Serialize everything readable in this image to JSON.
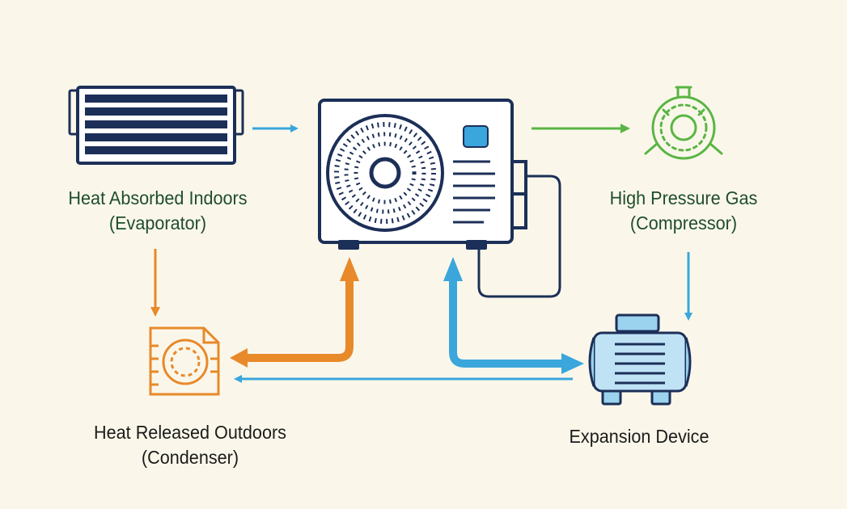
{
  "labels": {
    "evaporator": {
      "line1": "Heat Absorbed Indoors",
      "line2": "(Evaporator)"
    },
    "compressor": {
      "line1": "High Pressure Gas",
      "line2": "(Compressor)"
    },
    "condenser": {
      "line1": "Heat Released Outdoors",
      "line2": "(Condenser)"
    },
    "expansion": {
      "line1": "Expansion Device"
    }
  },
  "icons": {
    "evaporator": "evaporator-coil-icon",
    "outdoor_unit": "outdoor-ac-unit-icon",
    "compressor": "compressor-gauge-icon",
    "condenser": "condenser-icon",
    "expansion": "expansion-device-icon"
  },
  "colors": {
    "background": "#faf7ea",
    "navy": "#1c2f58",
    "blue": "#3aa6dc",
    "green": "#5ab544",
    "orange": "#e8892a",
    "text_green": "#1f4d2c"
  }
}
